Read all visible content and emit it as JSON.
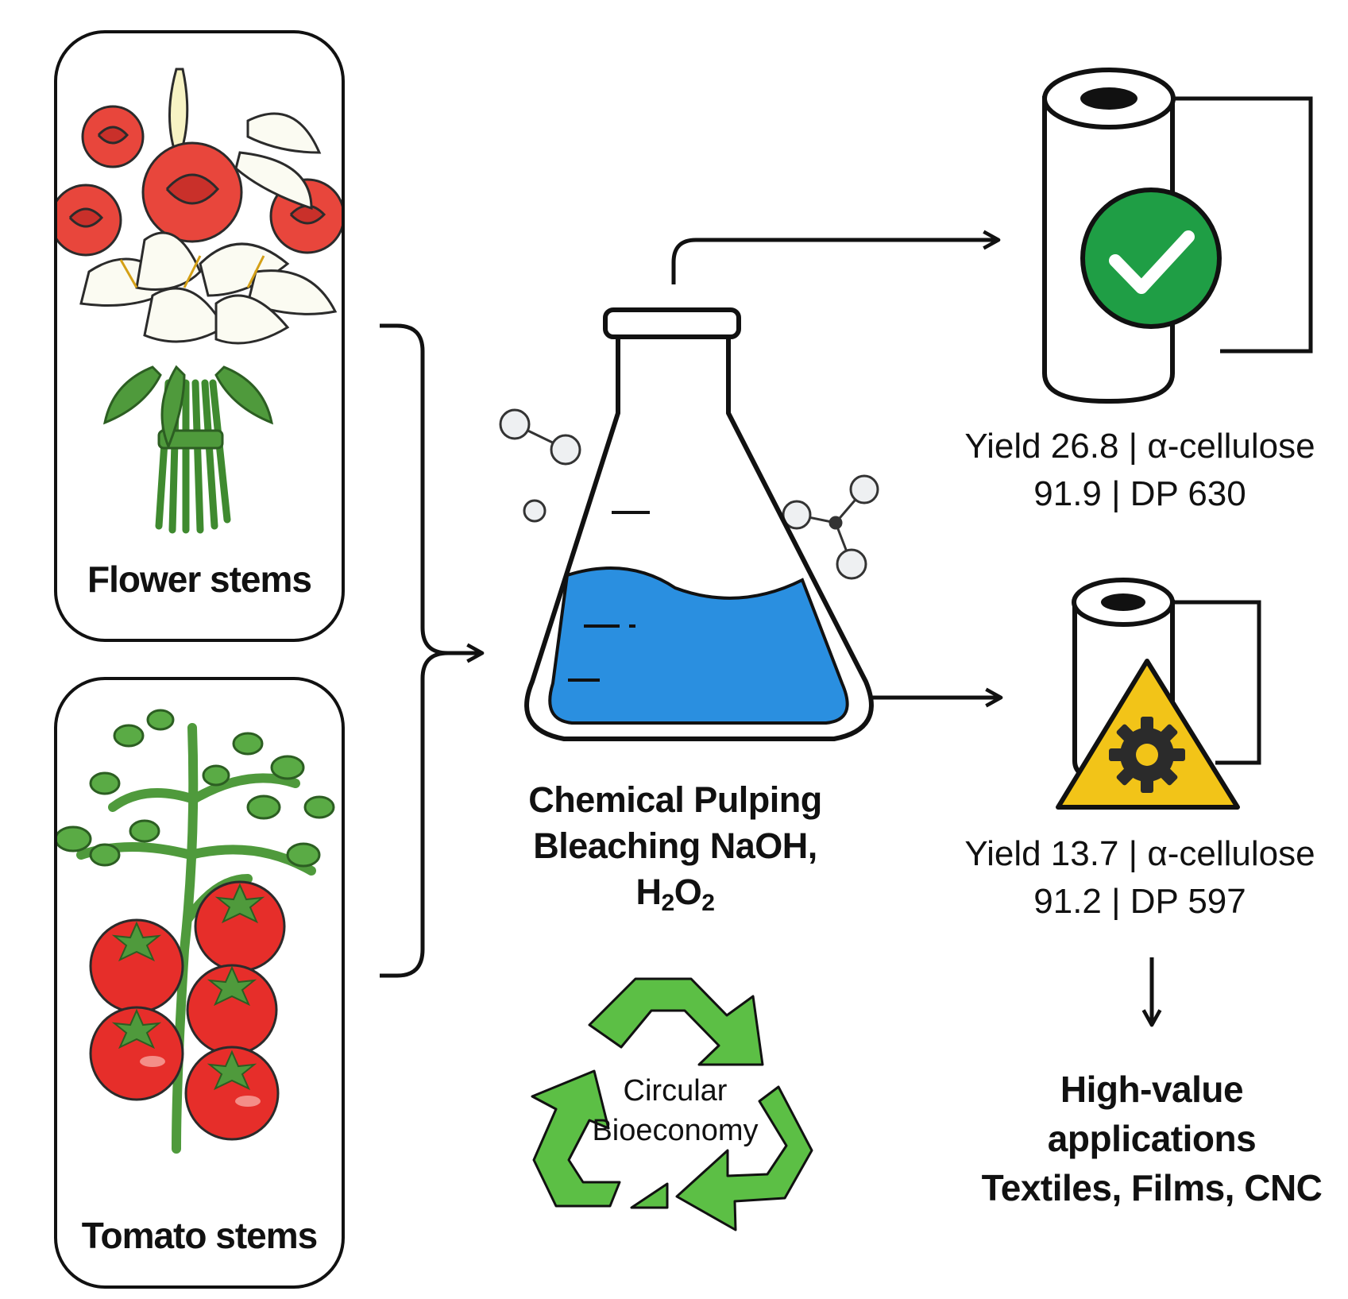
{
  "inputs": [
    {
      "label": "Flower stems"
    },
    {
      "label": "Tomato stems"
    }
  ],
  "process": {
    "line1": "Chemical Pulping",
    "line2": "Bleaching NaOH,",
    "line3_main": "H",
    "sub1": "2",
    "line3_mid": "O",
    "sub2": "2"
  },
  "outputs": {
    "top": {
      "line1": "Yield 26.8 | α-cellulose",
      "line2": "91.9 | DP 630",
      "status_icon": "check-icon",
      "status_color": "#1f9e45"
    },
    "bottom": {
      "line1": "Yield 13.7 | α-cellulose",
      "line2": "91.2 | DP 597",
      "status_icon": "warning-gear-icon",
      "status_color": "#f2c418"
    }
  },
  "circular": {
    "line1": "Circular",
    "line2": "Bioeconomy",
    "color": "#5cbf45"
  },
  "applications": {
    "line1": "High-value",
    "line2": "applications",
    "line3": "Textiles, Films, CNC"
  },
  "colors": {
    "liquid": "#2a8fe0",
    "rose": "#e8463c",
    "tomato": "#e62e2a",
    "leaf": "#4a9a3a"
  }
}
